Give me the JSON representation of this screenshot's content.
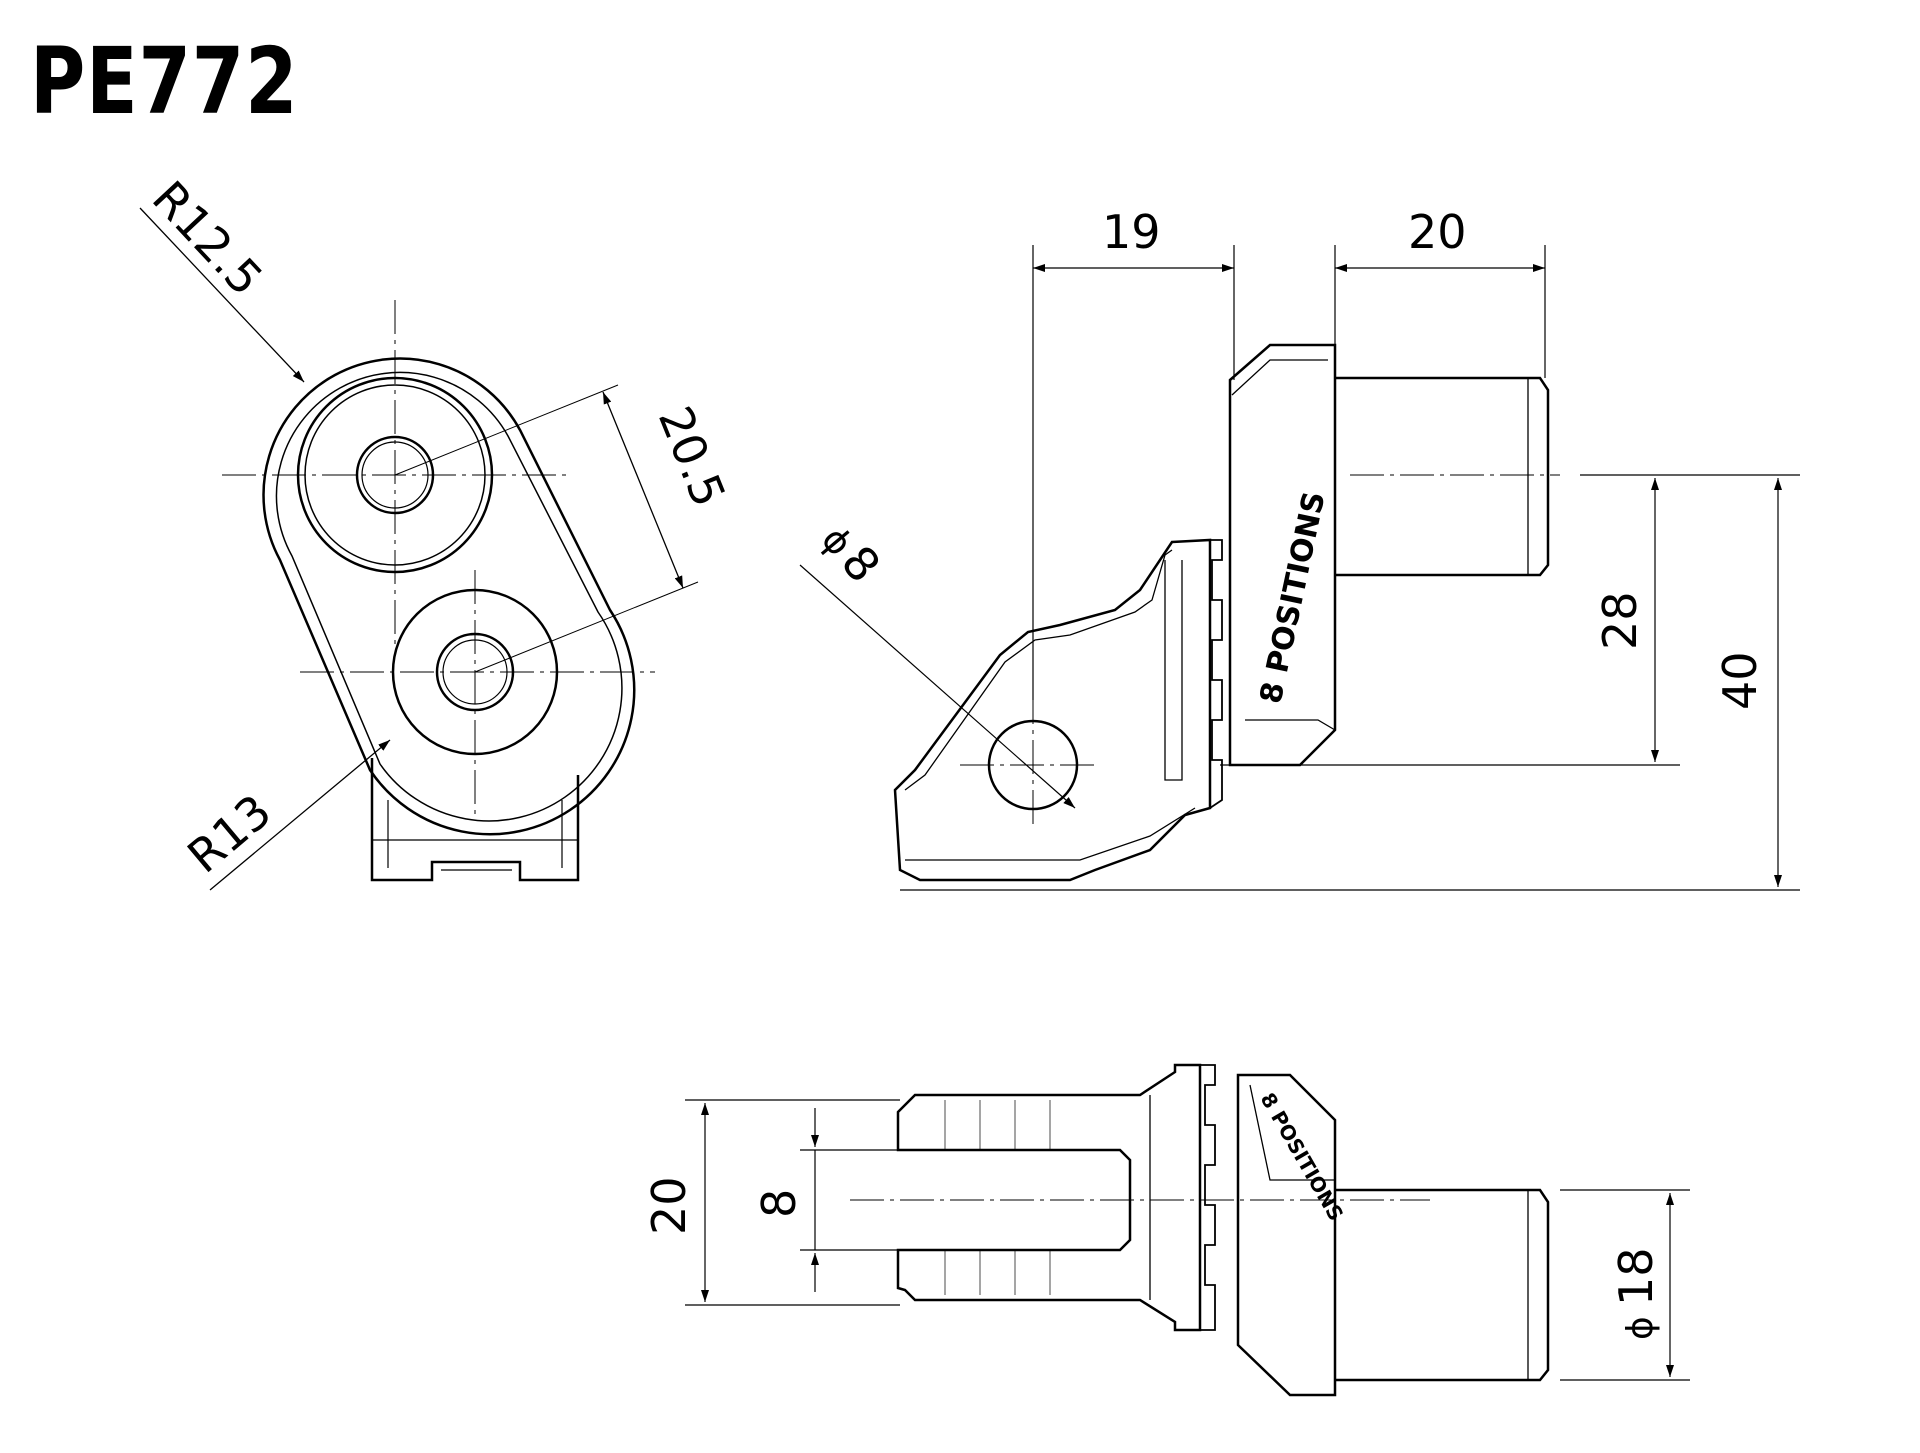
{
  "title": "PE772",
  "dimensions": {
    "front_view": {
      "upper_radius": "R12.5",
      "lower_radius": "R13",
      "center_distance": "20.5"
    },
    "side_view": {
      "hole_diameter": "8",
      "width_left": "19",
      "width_right": "20",
      "height_inner": "28",
      "height_outer": "40"
    },
    "top_view": {
      "fork_width": "20",
      "slot_width": "8",
      "peg_diameter": "18"
    }
  },
  "engraving": {
    "side_view": "8 POSITIONS",
    "top_view": "8 POSITIONS"
  },
  "symbols": {
    "diameter": "ϕ"
  },
  "colors": {
    "line": "#000000",
    "center_line": "#000000",
    "background": "#ffffff"
  }
}
